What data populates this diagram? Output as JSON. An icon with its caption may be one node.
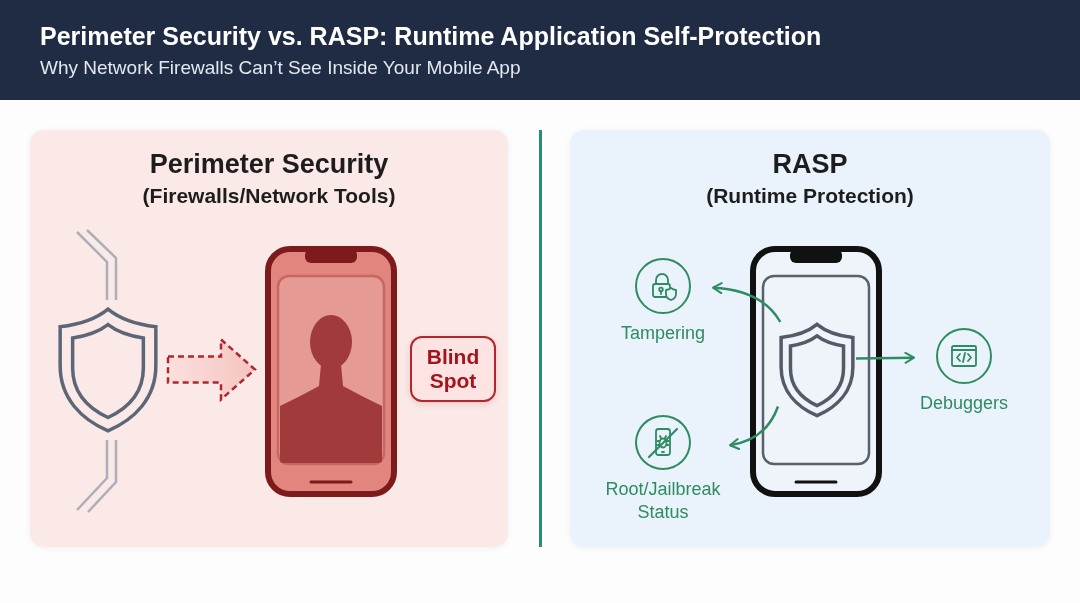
{
  "diagram": {
    "title": "Perimeter Security vs. RASP: Runtime Application Self-Protection",
    "caption": "Why Network Firewalls Can’t See Inside Your Mobile App",
    "nodes": [
      {
        "text": [
          "Perimeter Security",
          "(Firewalls/Network Tools)"
        ]
      },
      {
        "text": [],
        "shape": "picture",
        "in": 0
      },
      {
        "text": [],
        "shape": "picture",
        "in": 0
      },
      {
        "text": [
          "Blind Spot"
        ],
        "in": 0
      },
      {
        "text": [
          "RASP",
          "(Runtime Protection)"
        ]
      },
      {
        "text": [],
        "shape": "picture",
        "in": 4
      },
      {
        "text": [],
        "shape": "picture",
        "in": 5
      },
      {
        "text": [
          "Tampering"
        ],
        "in": 4
      },
      {
        "text": [
          "Debuggers"
        ],
        "in": 4
      },
      {
        "text": [
          "Root/Jailbreak Status"
        ],
        "in": 4
      }
    ],
    "edges": [
      {
        "from": 1,
        "to": 2,
        "arrow": "to",
        "style": "dashed",
        "color": "#b3262d"
      },
      {
        "from": 6,
        "to": 7,
        "arrow": "to"
      },
      {
        "from": 6,
        "to": 8,
        "arrow": "to"
      },
      {
        "from": 6,
        "to": 9,
        "arrow": "to"
      }
    ]
  }
}
